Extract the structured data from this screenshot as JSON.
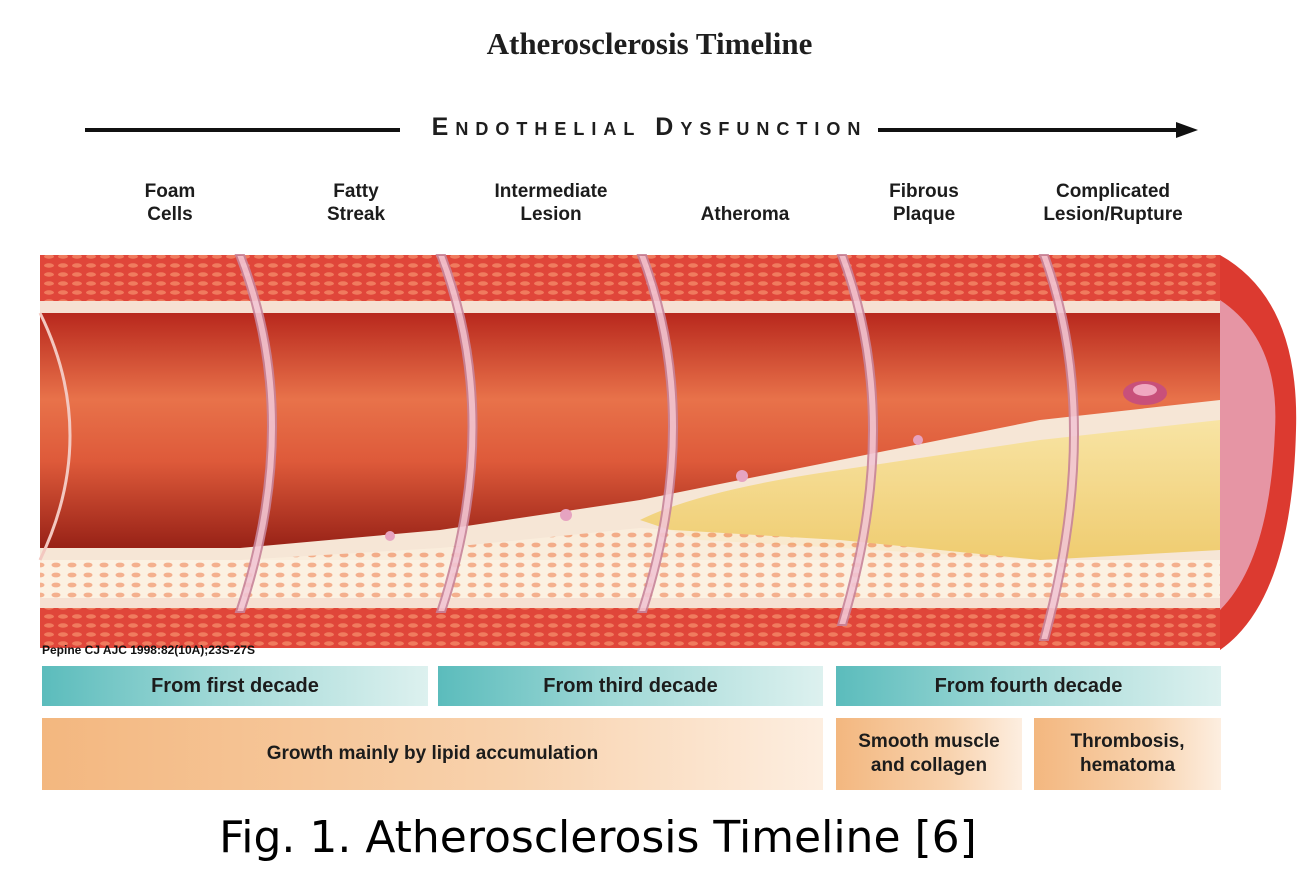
{
  "title": "Atherosclerosis Timeline",
  "banner": "Endothelial Dysfunction",
  "stages": [
    {
      "line1": "Foam",
      "line2": "Cells"
    },
    {
      "line1": "Fatty",
      "line2": "Streak"
    },
    {
      "line1": "Intermediate",
      "line2": "Lesion"
    },
    {
      "line1": "",
      "line2": "Atheroma"
    },
    {
      "line1": "Fibrous",
      "line2": "Plaque"
    },
    {
      "line1": "Complicated",
      "line2": "Lesion/Rupture"
    }
  ],
  "citation": "Pepine CJ AJC 1998:82(10A);23S-27S",
  "onset": {
    "first": "From first decade",
    "third": "From third decade",
    "fourth": "From fourth decade"
  },
  "growth": {
    "lipid": "Growth mainly by lipid accumulation",
    "smooth_line1": "Smooth muscle",
    "smooth_line2": "and collagen",
    "thrombosis_line1": "Thrombosis,",
    "thrombosis_line2": "hematoma"
  },
  "caption": "Fig. 1. Atherosclerosis Timeline [6]",
  "colors": {
    "artery_wall": "#d8342a",
    "artery_lumen": "#c92a1e",
    "plaque": "#f4d98a",
    "onset_bar": "#5bbcbc",
    "growth_bar": "#f3b77f"
  }
}
